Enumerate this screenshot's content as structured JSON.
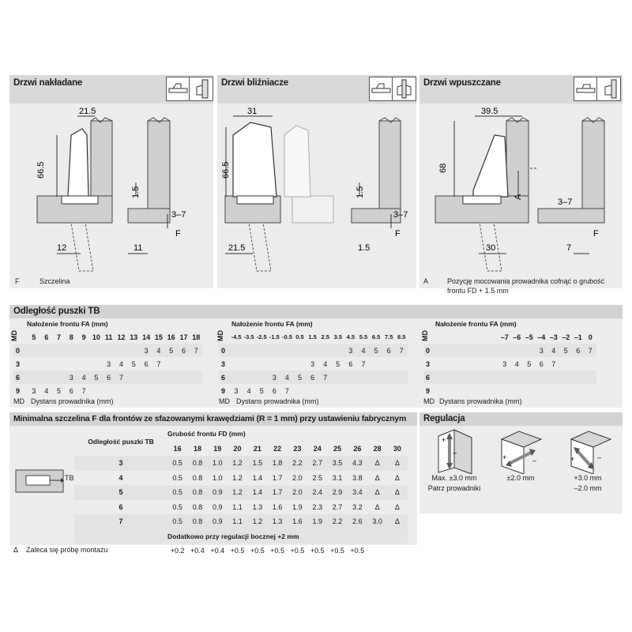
{
  "hinges": [
    {
      "title": "Drzwi nakładane",
      "dims": [
        "21.5",
        "66.5",
        "1.5",
        "3–7",
        "F",
        "12",
        "11"
      ],
      "note_key": "F",
      "note": "Szczelina"
    },
    {
      "title": "Drzwi bliźniacze",
      "dims": [
        "31",
        "66.5",
        "1.5",
        "3–7",
        "F",
        "21.5",
        "1.5"
      ]
    },
    {
      "title": "Drzwi wpuszczane",
      "dims": [
        "39.5",
        "68",
        "A",
        "3–7",
        "F",
        "30",
        "7"
      ],
      "note_key": "A",
      "note_line1": "Pozycję mocowania prowadnika cofnąć o grubość",
      "note_line2": "frontu FD + 1.5 mm"
    }
  ],
  "tb": {
    "title": "Odległość puszki TB",
    "md_label": "MD",
    "fa_label": "Nałożenie frontu FA (mm)",
    "md_note": "Dystans prowadnika (mm)",
    "row_labels": [
      "0",
      "3",
      "6",
      "9"
    ],
    "t1": {
      "cols": [
        "5",
        "6",
        "7",
        "8",
        "9",
        "10",
        "11",
        "12",
        "13",
        "14",
        "15",
        "16",
        "17",
        "18"
      ],
      "rows": [
        [
          "",
          "",
          "",
          "",
          "",
          "",
          "",
          "",
          "",
          "3",
          "4",
          "5",
          "6",
          "7"
        ],
        [
          "",
          "",
          "",
          "",
          "",
          "",
          "3",
          "4",
          "5",
          "6",
          "7",
          "",
          "",
          ""
        ],
        [
          "",
          "",
          "",
          "3",
          "4",
          "5",
          "6",
          "7",
          "",
          "",
          "",
          "",
          "",
          ""
        ],
        [
          "3",
          "4",
          "5",
          "6",
          "7",
          "",
          "",
          "",
          "",
          "",
          "",
          "",
          "",
          ""
        ]
      ]
    },
    "t2": {
      "cols": [
        "-4.5",
        "-3.5",
        "-2.5",
        "-1.5",
        "-0.5",
        "0.5",
        "1.5",
        "2.5",
        "3.5",
        "4.5",
        "5.5",
        "6.5",
        "7.5",
        "8.5"
      ],
      "rows": [
        [
          "",
          "",
          "",
          "",
          "",
          "",
          "",
          "",
          "",
          "3",
          "4",
          "5",
          "6",
          "7"
        ],
        [
          "",
          "",
          "",
          "",
          "",
          "",
          "3",
          "4",
          "5",
          "6",
          "7",
          "",
          "",
          ""
        ],
        [
          "",
          "",
          "",
          "3",
          "4",
          "5",
          "6",
          "7",
          "",
          "",
          "",
          "",
          "",
          ""
        ],
        [
          "3",
          "4",
          "5",
          "6",
          "7",
          "",
          "",
          "",
          "",
          "",
          "",
          "",
          "",
          ""
        ]
      ]
    },
    "t3": {
      "cols": [
        "–7",
        "–6",
        "–5",
        "–4",
        "–3",
        "–2",
        "–1",
        "0"
      ],
      "rows": [
        [
          "",
          "",
          "",
          "3",
          "4",
          "5",
          "6",
          "7"
        ],
        [
          "3",
          "4",
          "5",
          "6",
          "7",
          "",
          "",
          ""
        ],
        [
          "",
          "",
          "",
          "",
          "",
          "",
          "",
          ""
        ],
        [
          "",
          "",
          "",
          "",
          "",
          "",
          "",
          ""
        ]
      ]
    }
  },
  "fgap": {
    "title": "Minimalna szczelina F dla frontów ze sfazowanymi krawędziami (R = 1 mm) przy ustawieniu fabrycznym",
    "tb_head": "Odległość puszki TB",
    "fd_head": "Grubość frontu FD (mm)",
    "tb_marker": "TB",
    "cols": [
      "16",
      "18",
      "19",
      "20",
      "21",
      "22",
      "23",
      "24",
      "25",
      "26",
      "28",
      "30"
    ],
    "rows": [
      {
        "tb": "3",
        "v": [
          "0.5",
          "0.8",
          "1.0",
          "1.2",
          "1.5",
          "1.8",
          "2.2",
          "2.7",
          "3.5",
          "4.3",
          "Δ",
          "Δ"
        ]
      },
      {
        "tb": "4",
        "v": [
          "0.5",
          "0.8",
          "1.0",
          "1.2",
          "1.4",
          "1.7",
          "2.0",
          "2.5",
          "3.1",
          "3.8",
          "Δ",
          "Δ"
        ]
      },
      {
        "tb": "5",
        "v": [
          "0.5",
          "0.8",
          "0.9",
          "1.2",
          "1.4",
          "1.7",
          "2.0",
          "2.4",
          "2.9",
          "3.4",
          "Δ",
          "Δ"
        ]
      },
      {
        "tb": "6",
        "v": [
          "0.5",
          "0.8",
          "0.9",
          "1.1",
          "1.3",
          "1.6",
          "1.9",
          "2.3",
          "2.7",
          "3.2",
          "Δ",
          "Δ"
        ]
      },
      {
        "tb": "7",
        "v": [
          "0.5",
          "0.8",
          "0.9",
          "1.1",
          "1.2",
          "1.3",
          "1.6",
          "1.9",
          "2.2",
          "2.6",
          "3.0",
          "Δ"
        ]
      }
    ],
    "extra_head": "Dodatkowo przy regulacji bocznej +2 mm",
    "extra": [
      "+0.2",
      "+0.4",
      "+0.4",
      "+0.5",
      "+0.5",
      "+0.5",
      "+0.5",
      "+0.5",
      "+0.5",
      "+0.5"
    ],
    "footnote_key": "Δ",
    "footnote": "Zaleca się próbę montażu"
  },
  "regulacja": {
    "title": "Regulacja",
    "items": [
      {
        "cap1": "Max. ±3.0 mm",
        "cap2": "Patrz prowadniki"
      },
      {
        "cap1": "±2.0 mm",
        "cap2": ""
      },
      {
        "cap1": "+3.0 mm",
        "cap2": "–2.0 mm"
      }
    ]
  },
  "colors": {
    "panel": "#ececec",
    "header": "#dcdcdc",
    "band": "#e3e3e3",
    "cabinet": "#cfcfcf"
  }
}
